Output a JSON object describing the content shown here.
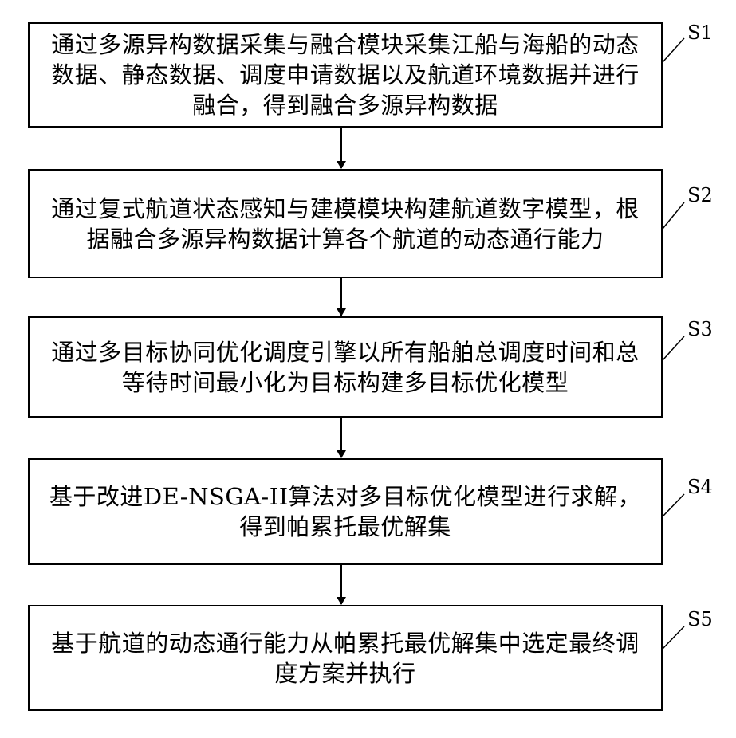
{
  "steps": [
    {
      "label": "S1",
      "text": "通过多源异构数据采集与融合模块采集江船与海船的动态数据、静态数据、调度申请数据以及航道环境数据并进行融合，得到融合多源异构数据"
    },
    {
      "label": "S2",
      "text": "通过复式航道状态感知与建模模块构建航道数字模型，根据融合多源异构数据计算各个航道的动态通行能力"
    },
    {
      "label": "S3",
      "text": "通过多目标协同优化调度引擎以所有船舶总调度时间和总等待时间最小化为目标构建多目标优化模型"
    },
    {
      "label": "S4",
      "text": "基于改进DE-NSGA-II算法对多目标优化模型进行求解，得到帕累托最优解集"
    },
    {
      "label": "S5",
      "text": "基于航道的动态通行能力从帕累托最优解集中选定最终调度方案并执行"
    }
  ]
}
